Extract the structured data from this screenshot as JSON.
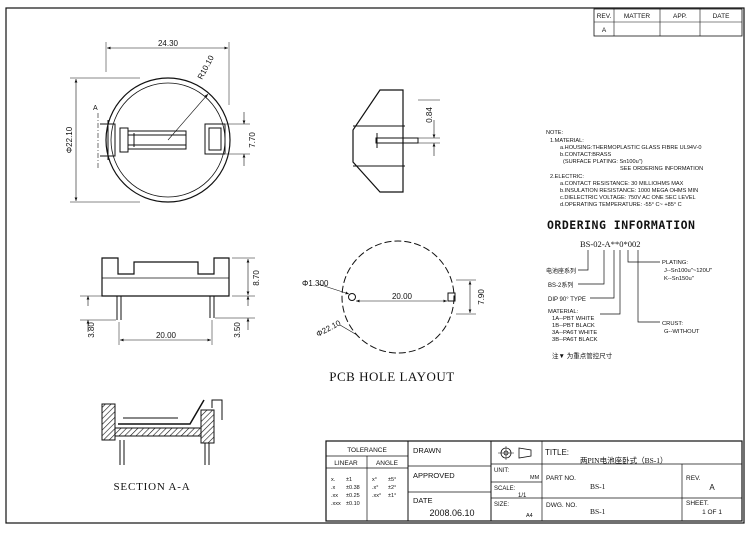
{
  "revision_table": {
    "headers": [
      "REV.",
      "MATTER",
      "APP.",
      "DATE"
    ],
    "rows": [
      [
        "A",
        "",
        "",
        ""
      ]
    ]
  },
  "dimensions": {
    "top_width": "24.30",
    "top_radius": "R10.10",
    "top_diameter": "Φ22.10",
    "top_side": "7.70",
    "small_a": "A",
    "side_thickness": "0.84",
    "front_height": "8.70",
    "front_pin_left": "3.80",
    "front_pin_right": "3.50",
    "front_width": "20.00",
    "pcb_hole_dia": "Φ1.300",
    "pcb_pitch": "20.00",
    "pcb_offset": "7.90",
    "pcb_outline_dia": "Φ22.10"
  },
  "labels": {
    "pcb_title": "PCB HOLE LAYOUT",
    "section_title": "SECTION  A-A"
  },
  "notes": {
    "lines": [
      "NOTE:",
      "1.MATERIAL:",
      "a.HOUSING:THERMOPLASTIC GLASS FIBRE UL94V-0",
      "b.CONTACT:BRASS",
      "(SURFACE PLATING: Sn100u\")",
      "SEE ORDERING INFORMATION",
      "2.ELECTRIC:",
      "a.CONTACT RESISTANCE: 30 MILLIOHMS MAX",
      "b.INSULATION RESISTANCE: 1000 MEGA OHMS MIN",
      "c.DIELECTRIC VOLTAGE: 750V AC ONE SEC LEVEL",
      "d.OPERATING TEMPERATURE: -55° C~ +85° C"
    ]
  },
  "ordering": {
    "title": "ORDERING  INFORMATION",
    "code": "BS-02-A**0*002",
    "series_cn": "电池座系列",
    "series": "BS-2系列",
    "dip": "DIP 90° TYPE",
    "material": [
      "MATERIAL:",
      "1A--PBT WHITE",
      "1B--PBT BLACK",
      "3A--PA6T WHITE",
      "3B--PA6T BLACK"
    ],
    "plating": [
      "PLATING:",
      "J--Sn100u\"~120U\"",
      "K--Sn150u\""
    ],
    "crust": [
      "CRUST:",
      "G--WITHOUT"
    ],
    "remark": "注▼ 为重点管控尺寸"
  },
  "title_block": {
    "tolerance_header": "TOLERANCE",
    "linear_header": "LINEAR",
    "angle_header": "ANGLE",
    "linear_rows": [
      [
        "x.",
        "±1"
      ],
      [
        ".x",
        "±0.38"
      ],
      [
        ".xx",
        "±0.25"
      ],
      [
        ".xxx",
        "±0.10"
      ]
    ],
    "angle_rows": [
      [
        "x°",
        "±5°"
      ],
      [
        ".x°",
        "±2°"
      ],
      [
        ".xx°",
        "±1°"
      ]
    ],
    "drawn_label": "DRAWN",
    "approved_label": "APPROVED",
    "date_label": "DATE",
    "date_value": "2008.06.10",
    "unit_label": "UNIT:",
    "unit_value": "MM",
    "scale_label": "SCALE:",
    "scale_value": "1/1",
    "size_label": "SIZE:",
    "size_value": "A4",
    "title_label": "TITLE:",
    "title_value": "两PIN电池座卧式（BS-1）",
    "part_label": "PART NO.",
    "part_value": "BS-1",
    "dwg_label": "DWG. NO.",
    "dwg_value": "BS-1",
    "rev_label": "REV.",
    "rev_value": "A",
    "sheet_label": "SHEET.",
    "sheet_value": "1 OF 1"
  }
}
